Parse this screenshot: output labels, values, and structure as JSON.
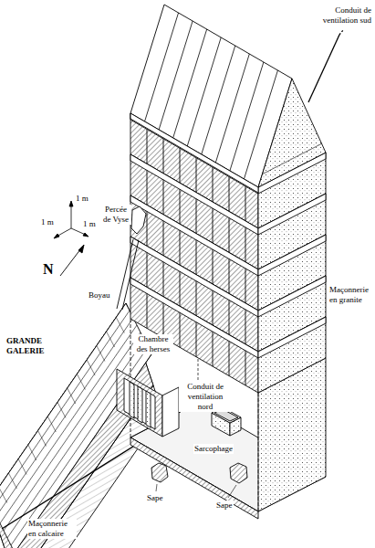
{
  "diagram": {
    "labels": [
      "Conduit de ventilation sud",
      "Percée de Vyse",
      "1 m",
      "1 m",
      "1 m",
      "N",
      "Boyau",
      "GRANDE GALERIE",
      "Chambre des herses",
      "Conduit de ventilation nord",
      "Maçonnerie en granite",
      "Sarcophage",
      "Sape",
      "Sape",
      "Maçonnerie en calcaire"
    ]
  }
}
